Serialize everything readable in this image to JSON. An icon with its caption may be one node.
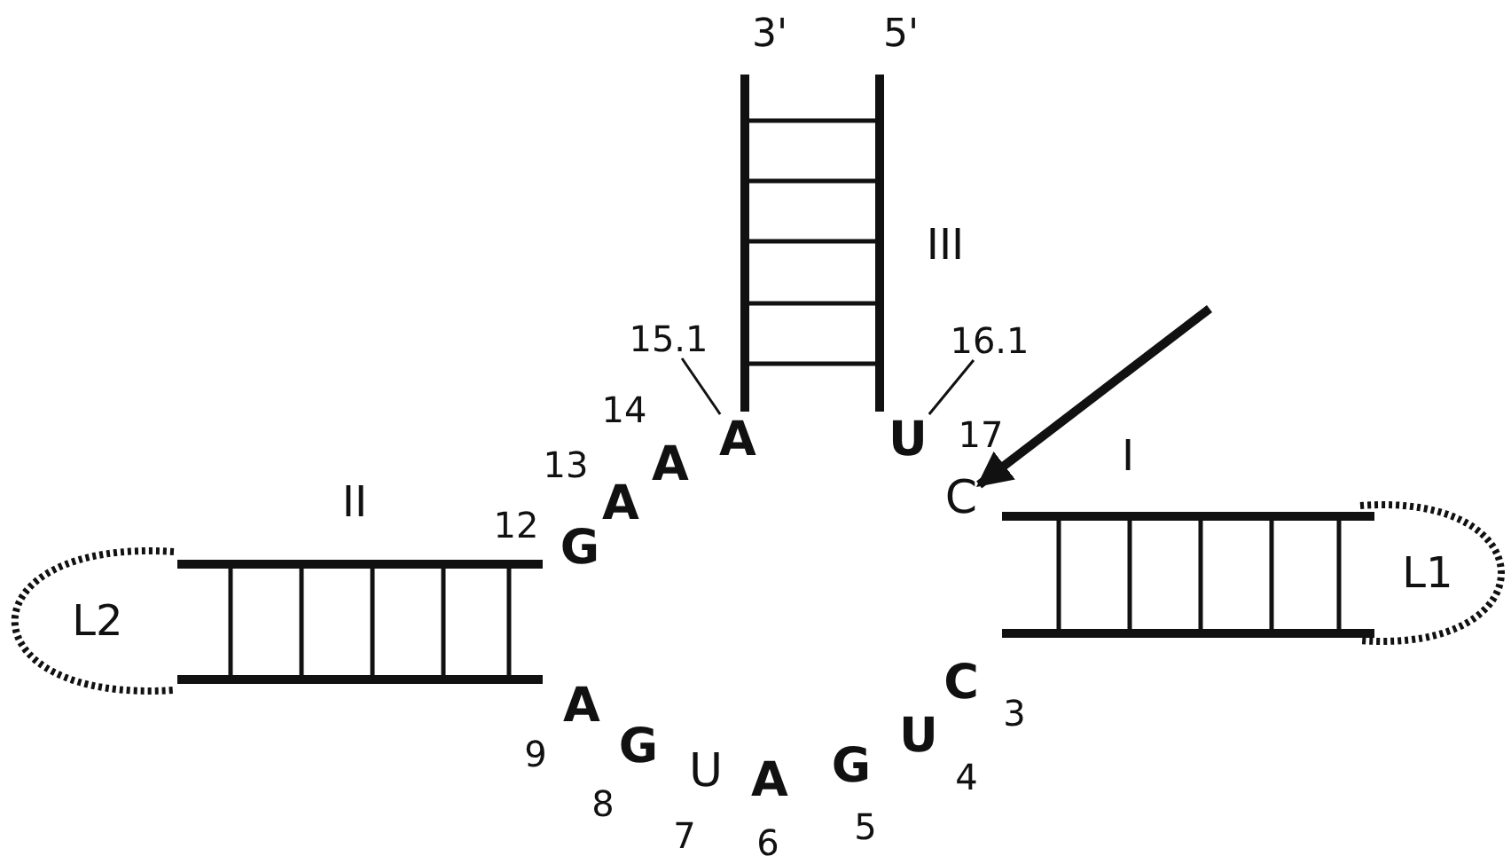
{
  "diagram": {
    "nodes": [
      {
        "text": [
          "L2"
        ]
      },
      {
        "text": [
          "L1"
        ]
      },
      {
        "text": [
          "15.1"
        ]
      },
      {
        "text": [
          "A"
        ]
      },
      {
        "text": [
          "16.1"
        ]
      },
      {
        "text": [
          "U"
        ]
      },
      {
        "text": [
          "C"
        ]
      }
    ],
    "edges": [
      {
        "from": 2,
        "to": 3,
        "arrow": "none"
      },
      {
        "from": 4,
        "to": 5,
        "arrow": "none"
      },
      {
        "from": null,
        "to": 6,
        "arrow": "to",
        "style": "thick"
      }
    ],
    "labels": [
      "3'",
      "5'",
      "III",
      "14",
      "17",
      "13",
      "A",
      "I",
      "II",
      "A",
      "12",
      "G",
      "C",
      "A",
      "3",
      "U",
      "G",
      "9",
      "G",
      "U",
      "4",
      "A",
      "8",
      "5",
      "7",
      "6"
    ]
  }
}
